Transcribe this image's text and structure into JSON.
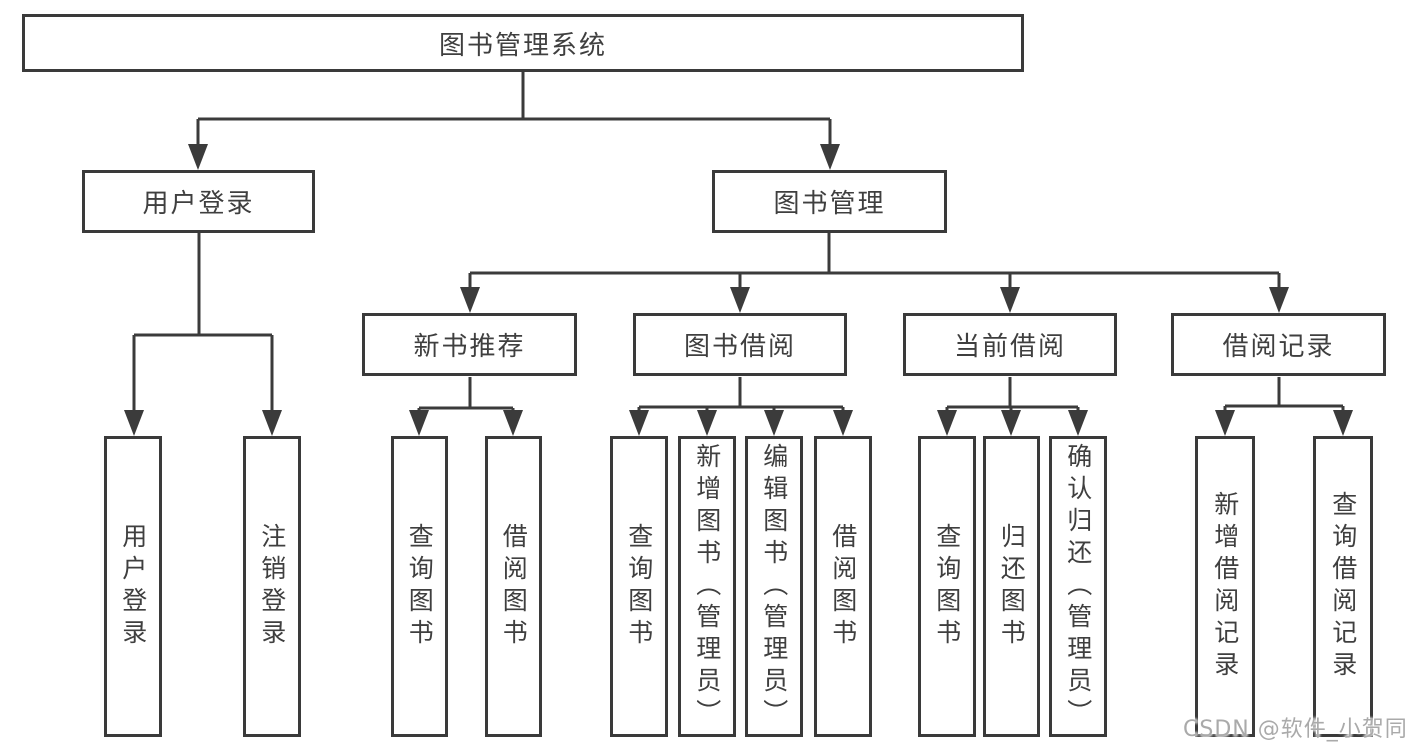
{
  "diagram": {
    "title": "图书管理系统",
    "root": {
      "label": "图书管理系统"
    },
    "level2": [
      {
        "label": "用户登录"
      },
      {
        "label": "图书管理"
      }
    ],
    "level3": [
      {
        "label": "新书推荐"
      },
      {
        "label": "图书借阅"
      },
      {
        "label": "当前借阅"
      },
      {
        "label": "借阅记录"
      }
    ],
    "leaves": [
      {
        "label": "用户登录"
      },
      {
        "label": "注销登录"
      },
      {
        "label": "查询图书"
      },
      {
        "label": "借阅图书"
      },
      {
        "label": "查询图书"
      },
      {
        "label": "新增图书（管理员）"
      },
      {
        "label": "编辑图书（管理员）"
      },
      {
        "label": "借阅图书"
      },
      {
        "label": "查询图书"
      },
      {
        "label": "归还图书"
      },
      {
        "label": "确认归还（管理员）"
      },
      {
        "label": "新增借阅记录"
      },
      {
        "label": "查询借阅记录"
      }
    ],
    "watermark": "CSDN @软件_小贺同学",
    "colors": {
      "line": "#3b3b3b",
      "border": "#3a3a3a",
      "text": "#3f3f3f",
      "background": "#ffffff",
      "watermark": "#aaaaaa"
    }
  }
}
